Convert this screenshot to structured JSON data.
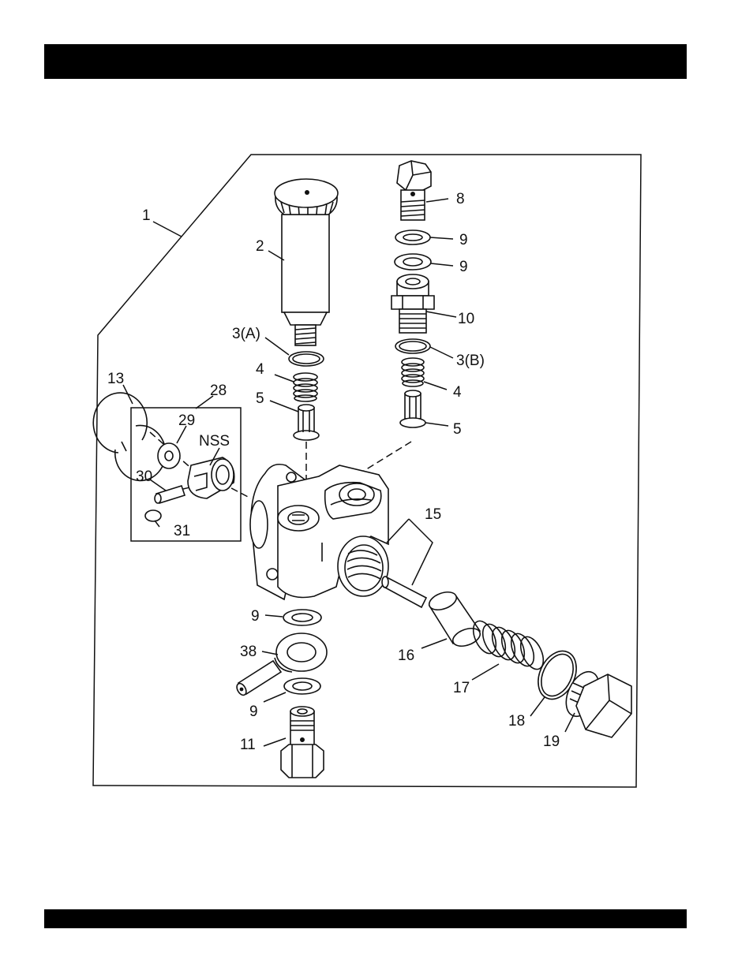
{
  "callouts": [
    {
      "id": "c1",
      "text": "1"
    },
    {
      "id": "c2",
      "text": "2"
    },
    {
      "id": "c3a",
      "text": "3(A)"
    },
    {
      "id": "c4a",
      "text": "4"
    },
    {
      "id": "c5a",
      "text": "5"
    },
    {
      "id": "c8",
      "text": "8"
    },
    {
      "id": "c9a",
      "text": "9"
    },
    {
      "id": "c9b",
      "text": "9"
    },
    {
      "id": "c10",
      "text": "10"
    },
    {
      "id": "c3b",
      "text": "3(B)"
    },
    {
      "id": "c4b",
      "text": "4"
    },
    {
      "id": "c5b",
      "text": "5"
    },
    {
      "id": "c13",
      "text": "13"
    },
    {
      "id": "c28",
      "text": "28"
    },
    {
      "id": "c29",
      "text": "29"
    },
    {
      "id": "cnss",
      "text": "NSS"
    },
    {
      "id": "c30",
      "text": "30"
    },
    {
      "id": "c31",
      "text": "31"
    },
    {
      "id": "c15",
      "text": "15"
    },
    {
      "id": "c9c",
      "text": "9"
    },
    {
      "id": "c38",
      "text": "38"
    },
    {
      "id": "c9d",
      "text": "9"
    },
    {
      "id": "c11",
      "text": "11"
    },
    {
      "id": "c16",
      "text": "16"
    },
    {
      "id": "c17",
      "text": "17"
    },
    {
      "id": "c18",
      "text": "18"
    },
    {
      "id": "c19",
      "text": "19"
    }
  ]
}
